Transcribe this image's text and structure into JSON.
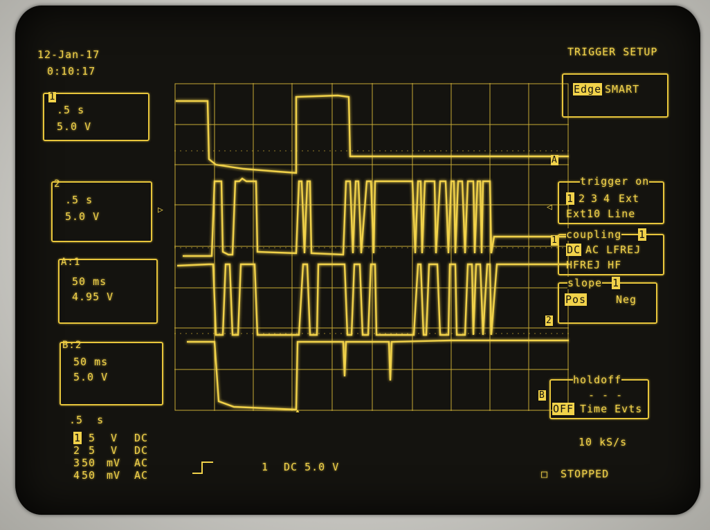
{
  "date": "12-Jan-17",
  "time": "0:10:17",
  "menu_title": "TRIGGER SETUP",
  "channels": [
    {
      "tag": "1",
      "timebase": ".5 s",
      "volts": "5.0 V"
    },
    {
      "tag": "2",
      "timebase": ".5 s",
      "volts": "5.0 V"
    },
    {
      "tag": "A:1",
      "timebase": "50 ms",
      "volts": "4.95 V"
    },
    {
      "tag": "B:2",
      "timebase": "50 ms",
      "volts": "5.0 V"
    }
  ],
  "trigger_type": {
    "edge": "Edge",
    "smart": "SMART"
  },
  "trigger_on": {
    "title": "trigger on",
    "sources": [
      "1",
      "2",
      "3",
      "4",
      "Ext"
    ],
    "row2": "Ext10 Line"
  },
  "coupling": {
    "title": "coupling",
    "channel": "1",
    "row1_selected": "DC",
    "row1_rest": "AC LFREJ",
    "row2": "HFREJ HF"
  },
  "slope": {
    "title": "slope",
    "channel": "1",
    "pos": "Pos",
    "neg": "Neg"
  },
  "holdoff": {
    "title": "holdoff",
    "dashes": "- - -",
    "off": "OFF",
    "rest": "Time Evts"
  },
  "sample_rate": "10 kS/s",
  "status": "STOPPED",
  "status_box": "□",
  "timebase_summary": ".5  s",
  "channel_summary": [
    {
      "n": "1",
      "v": "5",
      "u": "V",
      "c": "DC"
    },
    {
      "n": "2",
      "v": "5",
      "u": "V",
      "c": "DC"
    },
    {
      "n": "3",
      "v": "50",
      "u": "mV",
      "c": "AC"
    },
    {
      "n": "4",
      "v": "50",
      "u": "mV",
      "c": "AC"
    }
  ],
  "trigger_summary": {
    "source": "1",
    "coupling": "DC 5.0 V"
  },
  "marker_labels": {
    "a": "A",
    "one": "1",
    "two": "2",
    "b": "B"
  },
  "colors": {
    "trace": "#f1d24a",
    "screen": "#14130f",
    "grid": "#e8c63c"
  }
}
